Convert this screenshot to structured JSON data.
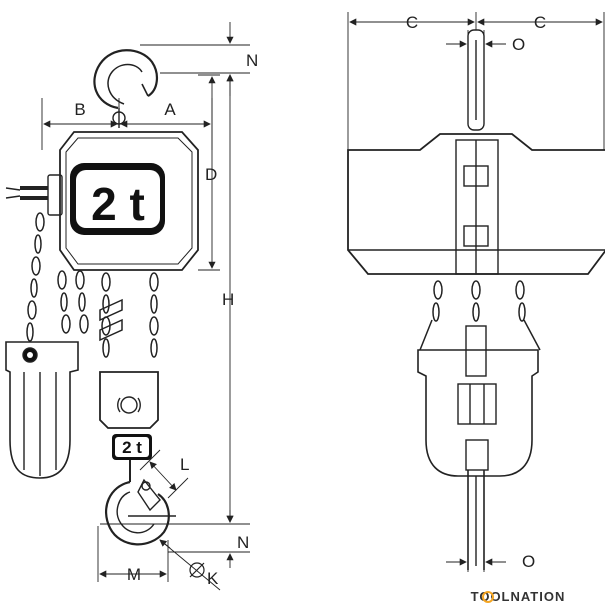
{
  "front_view": {
    "capacity_plate": "2 t",
    "hook_plate": "2 t",
    "dimensions": {
      "B": "B",
      "A": "A",
      "D": "D",
      "H": "H",
      "N_top": "N",
      "N_bottom": "N",
      "L": "L",
      "M": "M",
      "K": "K"
    }
  },
  "side_view": {
    "dimensions": {
      "C_left": "C",
      "C_right": "C",
      "O_top": "O",
      "O_bottom": "O"
    }
  },
  "watermark": "TOOLNATION",
  "colors": {
    "line": "#222222",
    "plate": "#111111",
    "watermark_accent": "#f5a623"
  }
}
